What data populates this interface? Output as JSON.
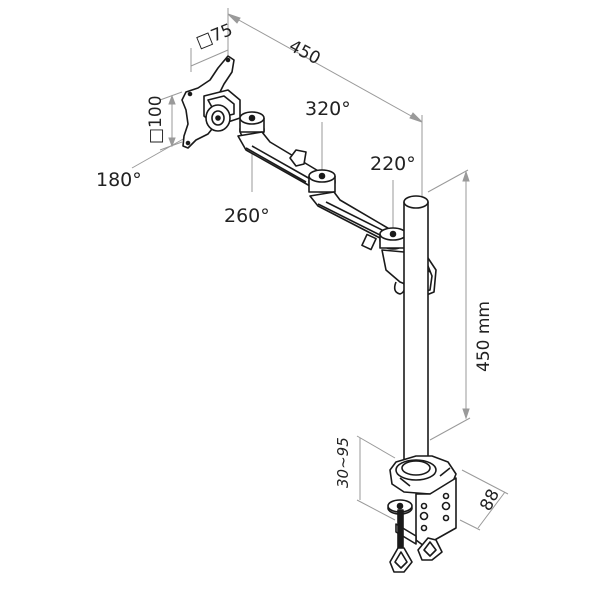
{
  "diagram": {
    "subject": "Single monitor desk mount arm with pole and desk clamp",
    "colors": {
      "line": "#1a1a1a",
      "dimension_line": "#9a9a9a",
      "text": "#222222",
      "background": "#ffffff"
    },
    "angles": {
      "vesa_tilt": "180°",
      "elbow_1": "260°",
      "elbow_2": "320°",
      "pole_joint": "220°"
    },
    "dimensions": {
      "vesa_small": "□75",
      "vesa_large": "□100",
      "arm_reach": "450",
      "pole_height": "450 mm",
      "clamp_range": "30~95",
      "clamp_depth": "88"
    }
  }
}
